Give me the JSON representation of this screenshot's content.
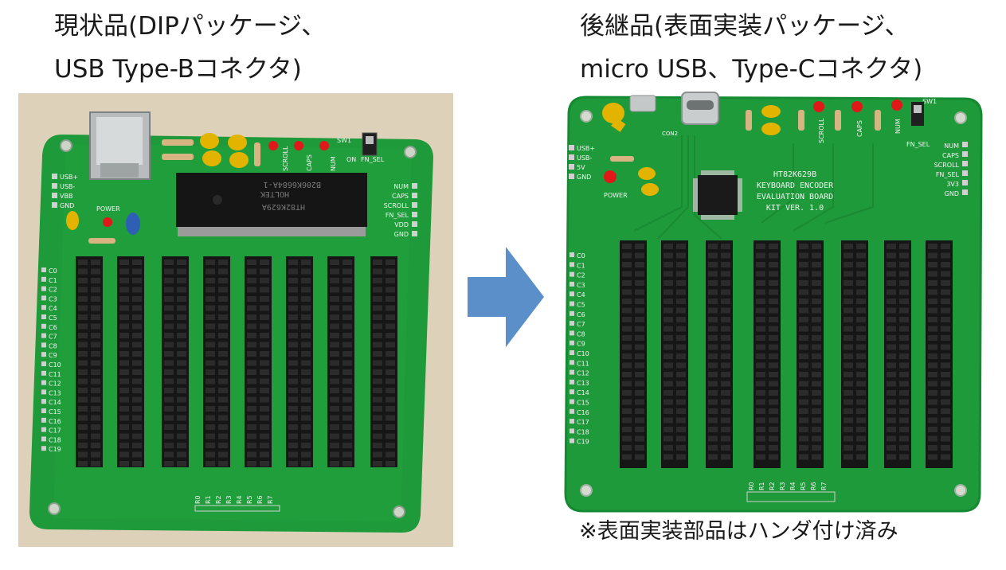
{
  "left": {
    "title_line1": "現状品(DIPパッケージ、",
    "title_line2": "USB Type-Bコネクタ)",
    "board": {
      "chip_text_1": "HOLTEK",
      "chip_text_2": "HT82K629A",
      "chip_text_3": "B206K6684A-1",
      "pin_labels": [
        "USB+",
        "USB-",
        "VBB",
        "GND"
      ],
      "right_labels": [
        "NUM",
        "CAPS",
        "SCROLL",
        "FN_SEL",
        "VDD",
        "GND"
      ],
      "led_labels": [
        "SCROLL",
        "CAPS",
        "NUM"
      ],
      "switch_labels": [
        "ON",
        "FN_SEL",
        "SW1"
      ],
      "power_label": "POWER",
      "row_labels": [
        "R0",
        "R1",
        "R2",
        "R3",
        "R4",
        "R5",
        "R6",
        "R7"
      ]
    }
  },
  "right": {
    "title_line1": "後継品(表面実装パッケージ、",
    "title_line2": "micro USB、Type-Cコネクタ)",
    "board": {
      "board_title": [
        "HT82K629B",
        "KEYBOARD ENCODER",
        "EVALUATION BOARD",
        "KIT VER. 1.0"
      ],
      "pin_labels": [
        "USB+",
        "USB-",
        "5V",
        "GND"
      ],
      "right_labels": [
        "NUM",
        "CAPS",
        "SCROLL",
        "FN_SEL",
        "3V3",
        "GND"
      ],
      "led_labels": [
        "SCROLL",
        "CAPS",
        "NUM"
      ],
      "switch_labels": [
        "SW1",
        "FN_SEL"
      ],
      "power_label": "POWER",
      "con_label": "CON2",
      "row_labels": [
        "R0",
        "R1",
        "R2",
        "R3",
        "R4",
        "R5",
        "R6",
        "R7"
      ]
    },
    "note": "※表面実装部品はハンダ付け済み"
  },
  "column_labels": [
    "C0",
    "C1",
    "C2",
    "C3",
    "C4",
    "C5",
    "C6",
    "C7",
    "C8",
    "C9",
    "C10",
    "C11",
    "C12",
    "C13",
    "C14",
    "C15",
    "C16",
    "C17",
    "C18",
    "C19"
  ],
  "colors": {
    "pcb": "#1e9a3a",
    "pcb_dark": "#16802f",
    "header": "#161616",
    "silk": "#f3f3f3",
    "arrow": "#5b8fc9",
    "led": "#e01818",
    "cap": "#e2b400",
    "table": "#e4d8c4"
  }
}
